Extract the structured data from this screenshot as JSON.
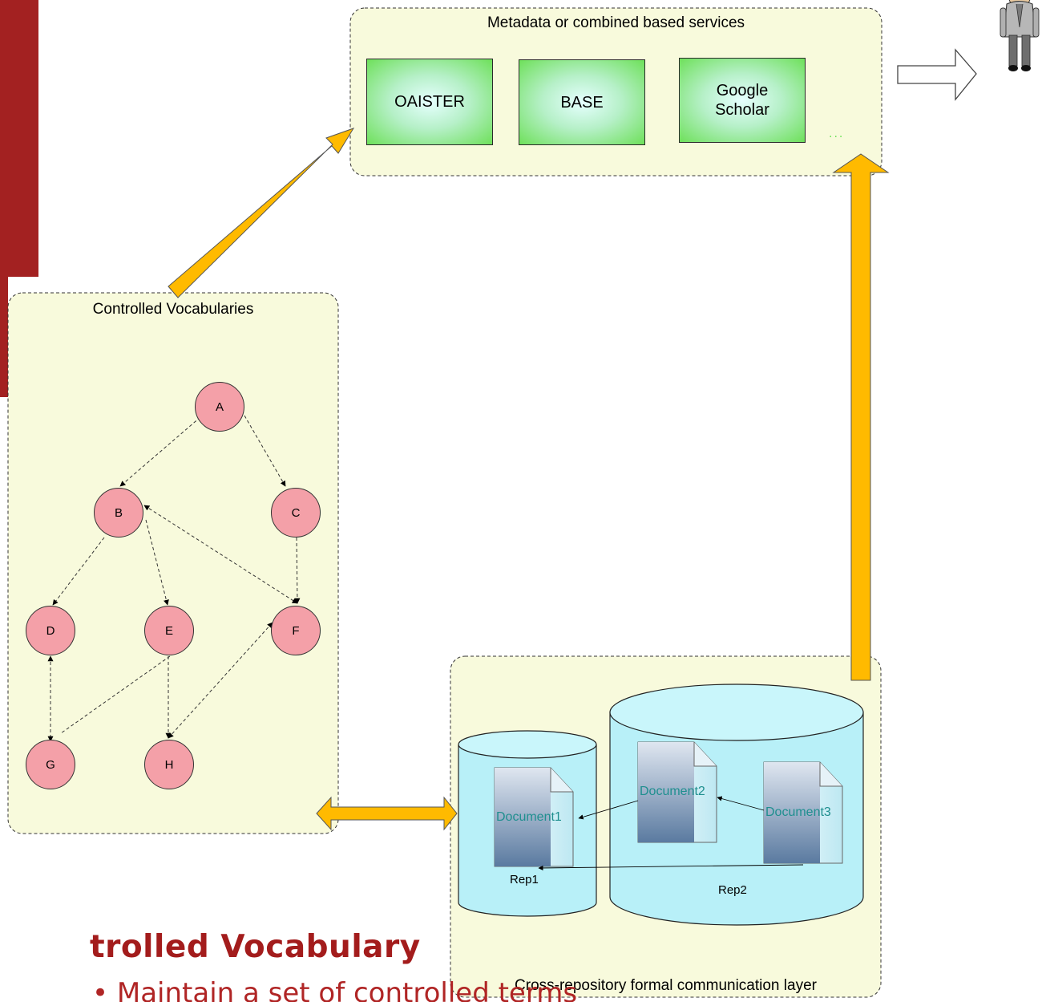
{
  "heading": "trolled Vocabulary",
  "subtext": "• Maintain a set of controlled terms",
  "services_panel": {
    "title": "Metadata or combined based services",
    "boxes": [
      "OAISTER",
      "BASE",
      "Google\nScholar"
    ],
    "more": "..."
  },
  "vocab_panel": {
    "title": "Controlled Vocabularies",
    "nodes": [
      "A",
      "B",
      "C",
      "D",
      "E",
      "F",
      "G",
      "H"
    ]
  },
  "repo_panel": {
    "title": "Cross-repository formal communication layer",
    "repositories": [
      "Rep1",
      "Rep2"
    ],
    "documents": [
      "Document1",
      "Document2",
      "Document3"
    ]
  },
  "colors": {
    "accent_red": "#a32121",
    "panel_fill": "#f8fadc",
    "arrow_orange": "#ffba00",
    "node_pink": "#f4a0a8",
    "cylinder_cyan": "#b8f0f8",
    "doc_text": "#1f8f8f"
  },
  "icons": [
    "user-person-icon",
    "right-hollow-arrow-icon",
    "document-icon"
  ]
}
